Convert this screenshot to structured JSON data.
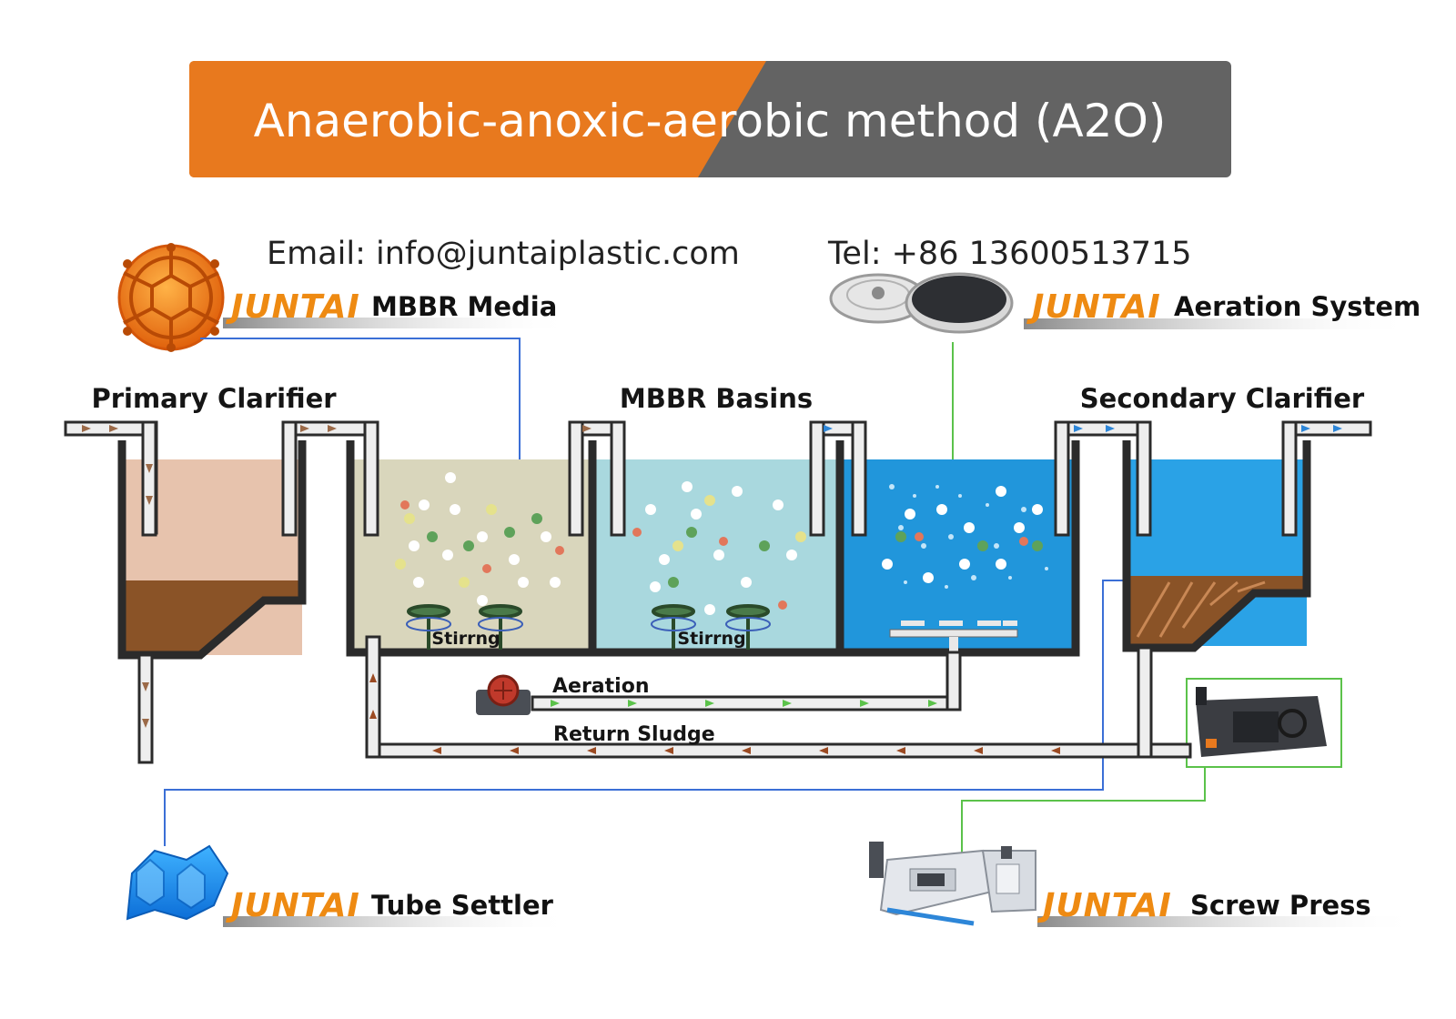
{
  "title": "Anaerobic-anoxic-aerobic method (A2O)",
  "contact": {
    "email": "Email: info@juntaiplastic.com",
    "tel": "Tel: +86 13600513715"
  },
  "stages": {
    "primary": "Primary Clarifier",
    "mbbr": "MBBR Basins",
    "secondary": "Secondary Clarifier"
  },
  "pipes": {
    "aeration": "Aeration",
    "return_sludge": "Return Sludge"
  },
  "stirring": [
    "Stirrng",
    "Stirrng"
  ],
  "products": [
    {
      "brand": "JUNTAI",
      "name": "MBBR Media"
    },
    {
      "brand": "JUNTAI",
      "name": "Aeration System"
    },
    {
      "brand": "JUNTAI",
      "name": "Tube Settler"
    },
    {
      "brand": "JUNTAI",
      "name": "Screw Press"
    }
  ],
  "colors": {
    "orange": "#e8791e",
    "grey": "#636363",
    "primary_liquid": "#e7c3ad",
    "primary_sludge": "#8a5327",
    "anaerobic": "#d9d6bc",
    "anoxic": "#a9d8de",
    "aerobic": "#2196db",
    "secondary": "#2aa2e6",
    "link_blue": "#3b6fd6",
    "link_green": "#5bc24a"
  }
}
